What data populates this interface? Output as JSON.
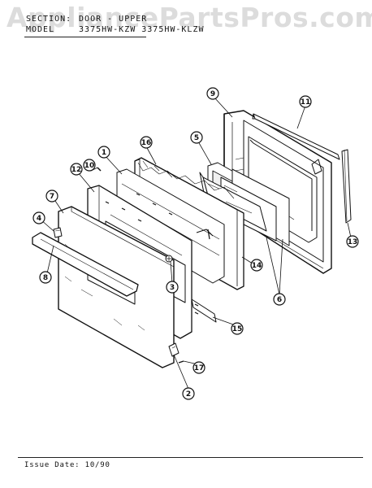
{
  "watermark": "AppliancePartsPros.com",
  "header": {
    "section_label": "SECTION:",
    "section_value": "DOOR - UPPER",
    "model_label": "MODEL",
    "model_value": "3375HW-KZW  3375HW-KLZW"
  },
  "footer": {
    "issue_label": "Issue Date:",
    "issue_value": "10/90"
  },
  "callouts": [
    "1",
    "2",
    "3",
    "4",
    "5",
    "6",
    "7",
    "8",
    "9",
    "10",
    "11",
    "12",
    "13",
    "14",
    "15",
    "16",
    "17"
  ]
}
